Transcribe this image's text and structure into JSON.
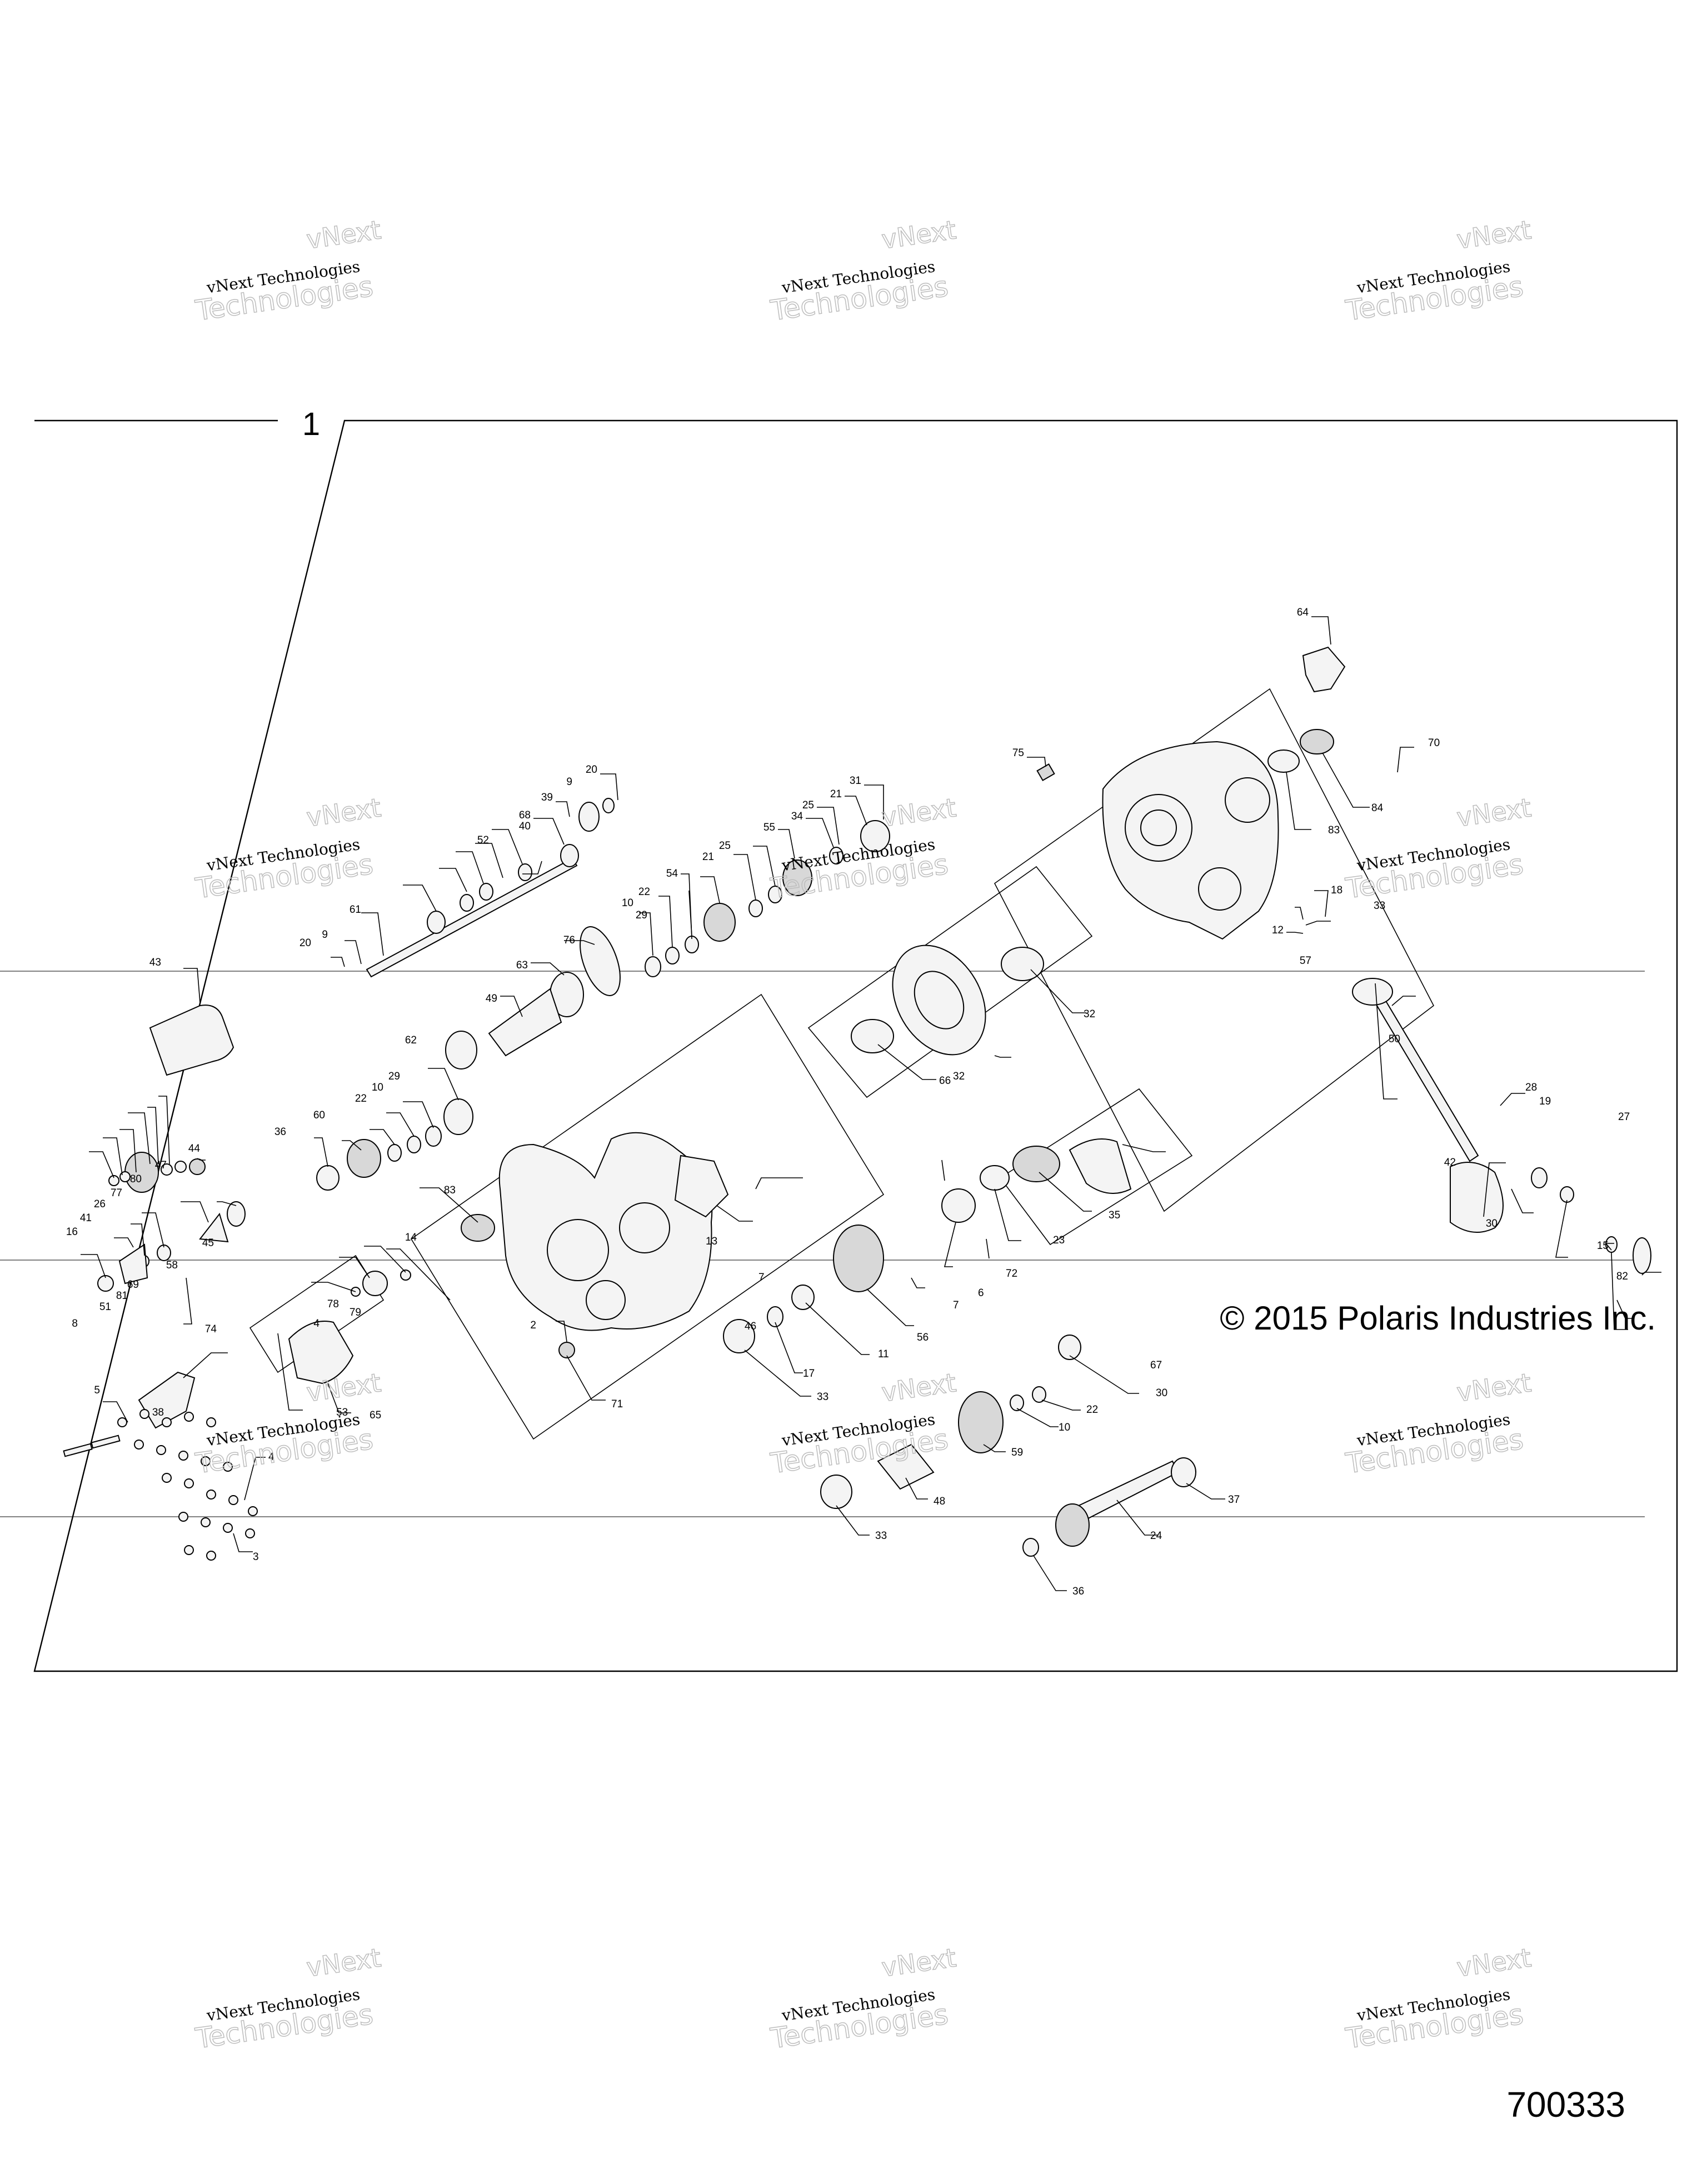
{
  "drawing": {
    "assembly_number": "1",
    "copyright": "© 2015 Polaris Industries Inc.",
    "figure_number": "700333"
  },
  "watermark": {
    "line1": "vNext Technologies",
    "line2": "Technologies",
    "line3": "vNext"
  },
  "callouts": [
    "64",
    "70",
    "75",
    "83",
    "84",
    "20",
    "9",
    "39",
    "68",
    "40",
    "52",
    "31",
    "21",
    "25",
    "34",
    "55",
    "12",
    "18",
    "33",
    "57",
    "50",
    "61",
    "20",
    "9",
    "43",
    "76",
    "29",
    "10",
    "22",
    "54",
    "21",
    "25",
    "63",
    "49",
    "62",
    "29",
    "10",
    "22",
    "60",
    "36",
    "32",
    "66",
    "32",
    "28",
    "19",
    "27",
    "42",
    "30",
    "15",
    "82",
    "44",
    "47",
    "80",
    "77",
    "26",
    "41",
    "16",
    "13",
    "7",
    "46",
    "67",
    "45",
    "58",
    "69",
    "81",
    "51",
    "8",
    "38",
    "14",
    "83",
    "78",
    "4",
    "79",
    "23",
    "35",
    "72",
    "6",
    "7",
    "2",
    "71",
    "74",
    "5",
    "53",
    "65",
    "56",
    "11",
    "17",
    "33",
    "30",
    "22",
    "10",
    "59",
    "4",
    "3",
    "48",
    "33",
    "37",
    "24",
    "36"
  ],
  "colors": {
    "ink": "#000000",
    "paper": "#ffffff",
    "watermark_outline": "#bdbdbd"
  }
}
